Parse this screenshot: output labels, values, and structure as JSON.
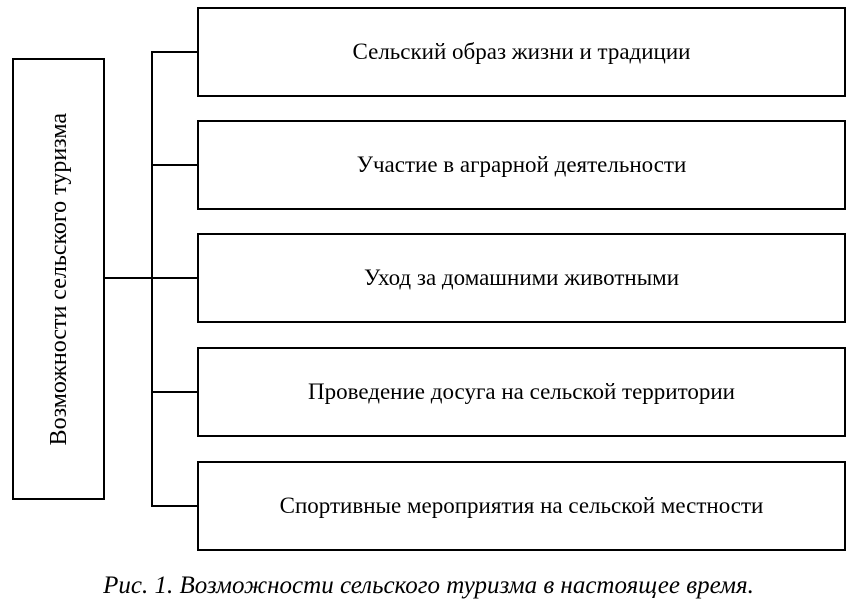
{
  "diagram": {
    "root_label": "Возможности сельского туризма",
    "items": [
      "Сельский образ жизни и традиции",
      "Участие в аграрной деятельности",
      "Уход за домашними животными",
      "Проведение досуга на сельской территории",
      "Спортивные мероприятия на сельской местности"
    ]
  },
  "caption": "Рис. 1. Возможности сельского туризма в настоящее время.",
  "colors": {
    "line": "#000000",
    "background": "#ffffff",
    "text": "#000000"
  }
}
